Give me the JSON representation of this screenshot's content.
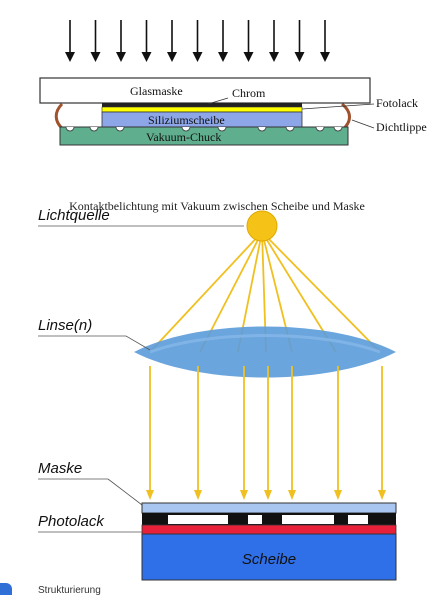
{
  "top_diagram": {
    "glass_mask": "Glasmaske",
    "chrome": "Chrom",
    "photoresist": "Fotolack",
    "silicon_wafer": "Siliziumscheibe",
    "vacuum_chuck": "Vakuum-Chuck",
    "seal_lip": "Dichtlippe",
    "caption": "Kontaktbelichtung mit Vakuum zwischen Scheibe und Maske"
  },
  "bottom_diagram": {
    "light_source": "Lichtquelle",
    "lens": "Linse(n)",
    "mask": "Maske",
    "photoresist": "Photolack",
    "wafer": "Scheibe"
  },
  "footer": {
    "label": "Strukturierung"
  },
  "colors": {
    "glass": "#ffffff",
    "chrome_layer": "#ffff00",
    "wafer_top": "#8ca6e8",
    "chuck": "#5fae8e",
    "seal": "#a0522d",
    "sun": "#f5c318",
    "ray": "#f0c020",
    "lens": "#5b9bd9",
    "mask_glass": "#a9c6f0",
    "resist_red": "#e8203a",
    "wafer_blue": "#2f6fe8"
  }
}
